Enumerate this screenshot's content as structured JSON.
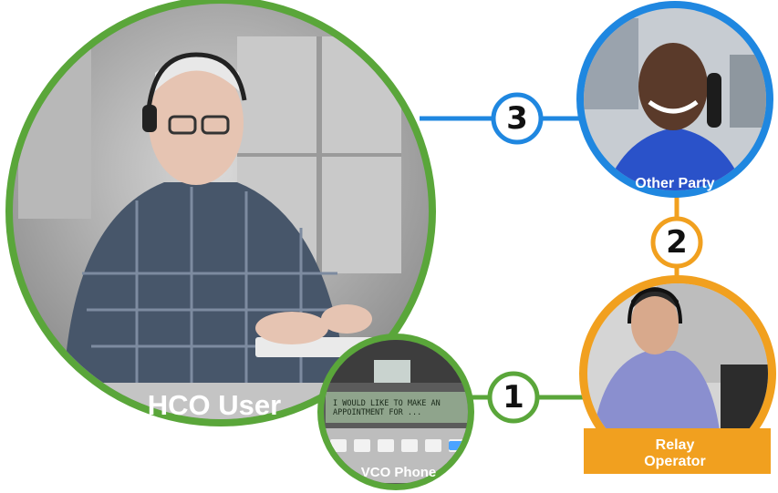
{
  "labels": {
    "hco_user": "HCO User",
    "vco_phone": "VCO Phone",
    "other_party": "Other Party",
    "relay_operator": "Relay\nOperator"
  },
  "steps": {
    "one": "1",
    "two": "2",
    "three": "3"
  },
  "vco_screen_text": "I WOULD LIKE TO MAKE AN\nAPPOINTMENT FOR ...",
  "colors": {
    "green": "#5aa63a",
    "blue": "#1f87e0",
    "orange": "#f1a01f"
  }
}
